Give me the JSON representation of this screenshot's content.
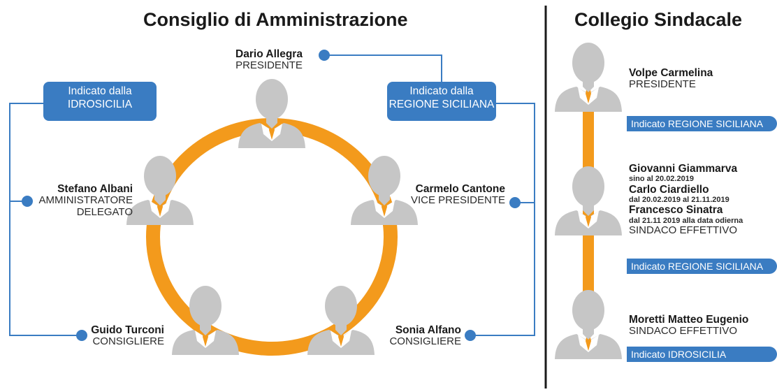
{
  "board": {
    "title": "Consiglio di Amministrazione",
    "indicated_idrosicilia": [
      "Indicato dalla",
      "IDROSICILIA"
    ],
    "indicated_regione": [
      "Indicato dalla",
      "REGIONE SICILIANA"
    ],
    "members": [
      {
        "name": "Dario Allegra",
        "role": "PRESIDENTE"
      },
      {
        "name": "Stefano Albani",
        "role_lines": [
          "AMMINISTRATORE",
          "DELEGATO"
        ]
      },
      {
        "name": "Carmelo Cantone",
        "role": "VICE PRESIDENTE"
      },
      {
        "name": "Guido Turconi",
        "role": "CONSIGLIERE"
      },
      {
        "name": "Sonia Alfano",
        "role": "CONSIGLIERE"
      }
    ]
  },
  "auditors": {
    "title": "Collegio Sindacale",
    "members": [
      {
        "name": "Volpe Carmelina",
        "role": "PRESIDENTE",
        "indicated": "Indicato REGIONE SICILIANA"
      },
      {
        "names": [
          {
            "name": "Giovanni Giammarva",
            "period": "sino al 20.02.2019"
          },
          {
            "name": "Carlo Ciardiello",
            "period": "dal 20.02.2019 al 21.11.2019"
          },
          {
            "name": "Francesco Sinatra",
            "period": "dal 21.11 2019 alla data odierna"
          }
        ],
        "role": "SINDACO EFFETTIVO",
        "indicated": "Indicato REGIONE SICILIANA"
      },
      {
        "name": "Moretti Matteo Eugenio",
        "role": "SINDACO EFFETTIVO",
        "indicated": "Indicato IDROSICILIA"
      }
    ]
  },
  "colors": {
    "orange": "#f39a1c",
    "blue": "#3a7cc2",
    "gray": "#c6c6c6",
    "dark": "#1a1a1a"
  }
}
